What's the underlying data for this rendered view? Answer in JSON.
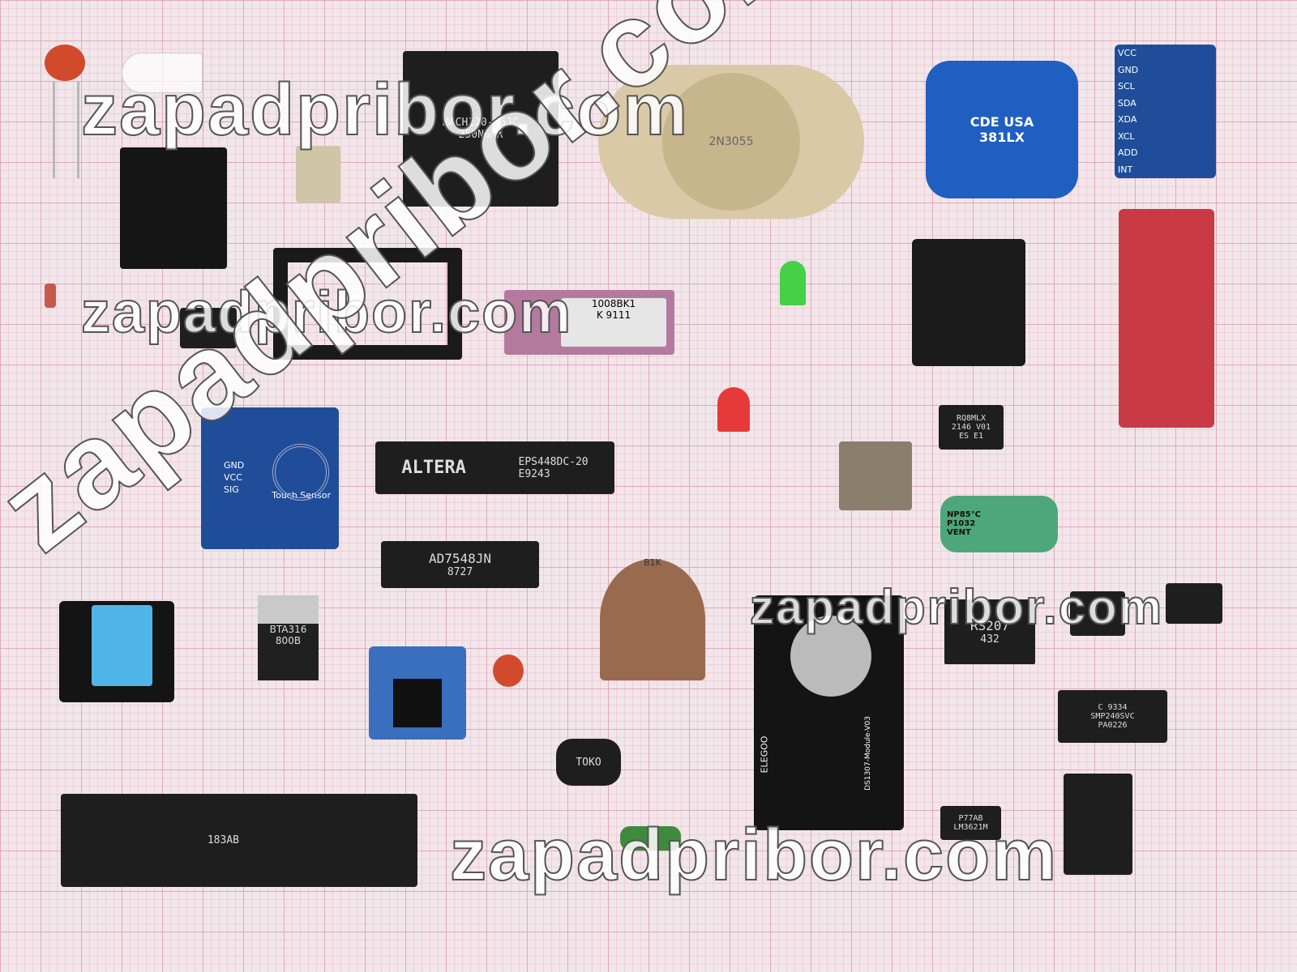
{
  "watermark": "zapadpribor.com",
  "labels": {
    "altera_brand": "ALTERA",
    "altera_part": "EPS448DC-20",
    "altera_code": "E9243",
    "ad_part": "AD7548JN",
    "ad_code": "8727",
    "triac_part": "BTA316",
    "triac_code": "800B",
    "rtc_module": "DS1307-Module-V03",
    "rtc_brand": "ELEGOO",
    "cap_brand": "CDE USA",
    "cap_series": "381LX",
    "touch_sensor": "Touch Sensor",
    "touch_pins": [
      "GND",
      "VCC",
      "SIG"
    ],
    "bridge_part": "RS207",
    "bridge_code": "432",
    "soic_part": "RQ8MLX",
    "soic_code": "2146 V01",
    "soic_code2": "ES E1",
    "np_cap": "NP85°C",
    "np_cap_code": "P1032",
    "np_cap_vent": "VENT",
    "pot_value": "B1K",
    "inductor_brand": "TOKO",
    "lm_part": "LM3621M",
    "lm_code": "P77AB",
    "smp_part": "SMP240SVC",
    "smp_code": "PA0226",
    "smp_code2": "C 9334",
    "soviet_ic": "1008BK1",
    "soviet_code": "K 9111",
    "plcc_part": "MACH120-15JC",
    "plcc_code": "250N6MR",
    "imu_pins": [
      "VCC",
      "GND",
      "SCL",
      "SDA",
      "XDA",
      "XCL",
      "ADD",
      "INT"
    ],
    "dip40_code": "183AB",
    "to3_code": "2N3055"
  }
}
